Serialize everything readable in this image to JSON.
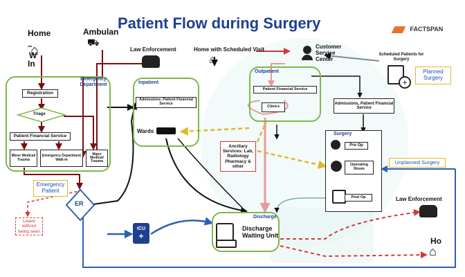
{
  "title": "Patient Flow during Surgery",
  "brand": {
    "name": "FACTSPAN",
    "color": "#e8742c"
  },
  "colors": {
    "title": "#1f3f8f",
    "green": "#7cb94c",
    "dark_red": "#7a0f0f",
    "red": "#d23a3a",
    "blue": "#2f5fb5",
    "yellow": "#e0b82a",
    "pink": "#e89a9a"
  },
  "sources": {
    "home": "Home",
    "ambulance": "Ambulan",
    "walk_in_dash": "–",
    "walk_in_w": "W",
    "walk_in_in": "In",
    "law_enforcement": "Law Enforcement",
    "home_scheduled": "Home with Scheduled Visit",
    "customer_service": "Customer Service Center",
    "scheduled_patients": "Scheduled Patients for Surgery"
  },
  "emergency": {
    "title": "Emergency Department",
    "registration": "Registration",
    "triage": "Triage",
    "financial": "Patient Financial Service",
    "minor": "Minor Medical/ Trauma",
    "walk_in": "Emergency Department Walk-In",
    "major": "Major Medical/ Trauma",
    "patient_tag": "Emergency Patient",
    "er": "ER",
    "leave": "Leave without being seen"
  },
  "inpatient": {
    "title": "Inpatient",
    "admissions": "Admissions, Patient Financial Service",
    "wards": "Wards"
  },
  "outpatient": {
    "title": "Outpatient",
    "financial": "Patient Financial Service",
    "clinics": "Clinics"
  },
  "admissions_right": "Admissions, Patient Financial Service",
  "ancillary": "Ancillary Services: Lab, Radiology Pharmacy & other",
  "surgery": {
    "title": "Surgery",
    "pre_op": "Pre Op",
    "operating_room": "Operating Room",
    "post_op": "Post Op"
  },
  "planned_tag": "Planned Surgery",
  "unplanned_tag": "Unplanned Surgery",
  "icu": "ICU",
  "discharge": {
    "title": "Discharge",
    "waiting_unit": "Discharge Waiting Unit"
  },
  "law_enforcement_right": "Law Enforcement",
  "home_right": "Ho"
}
